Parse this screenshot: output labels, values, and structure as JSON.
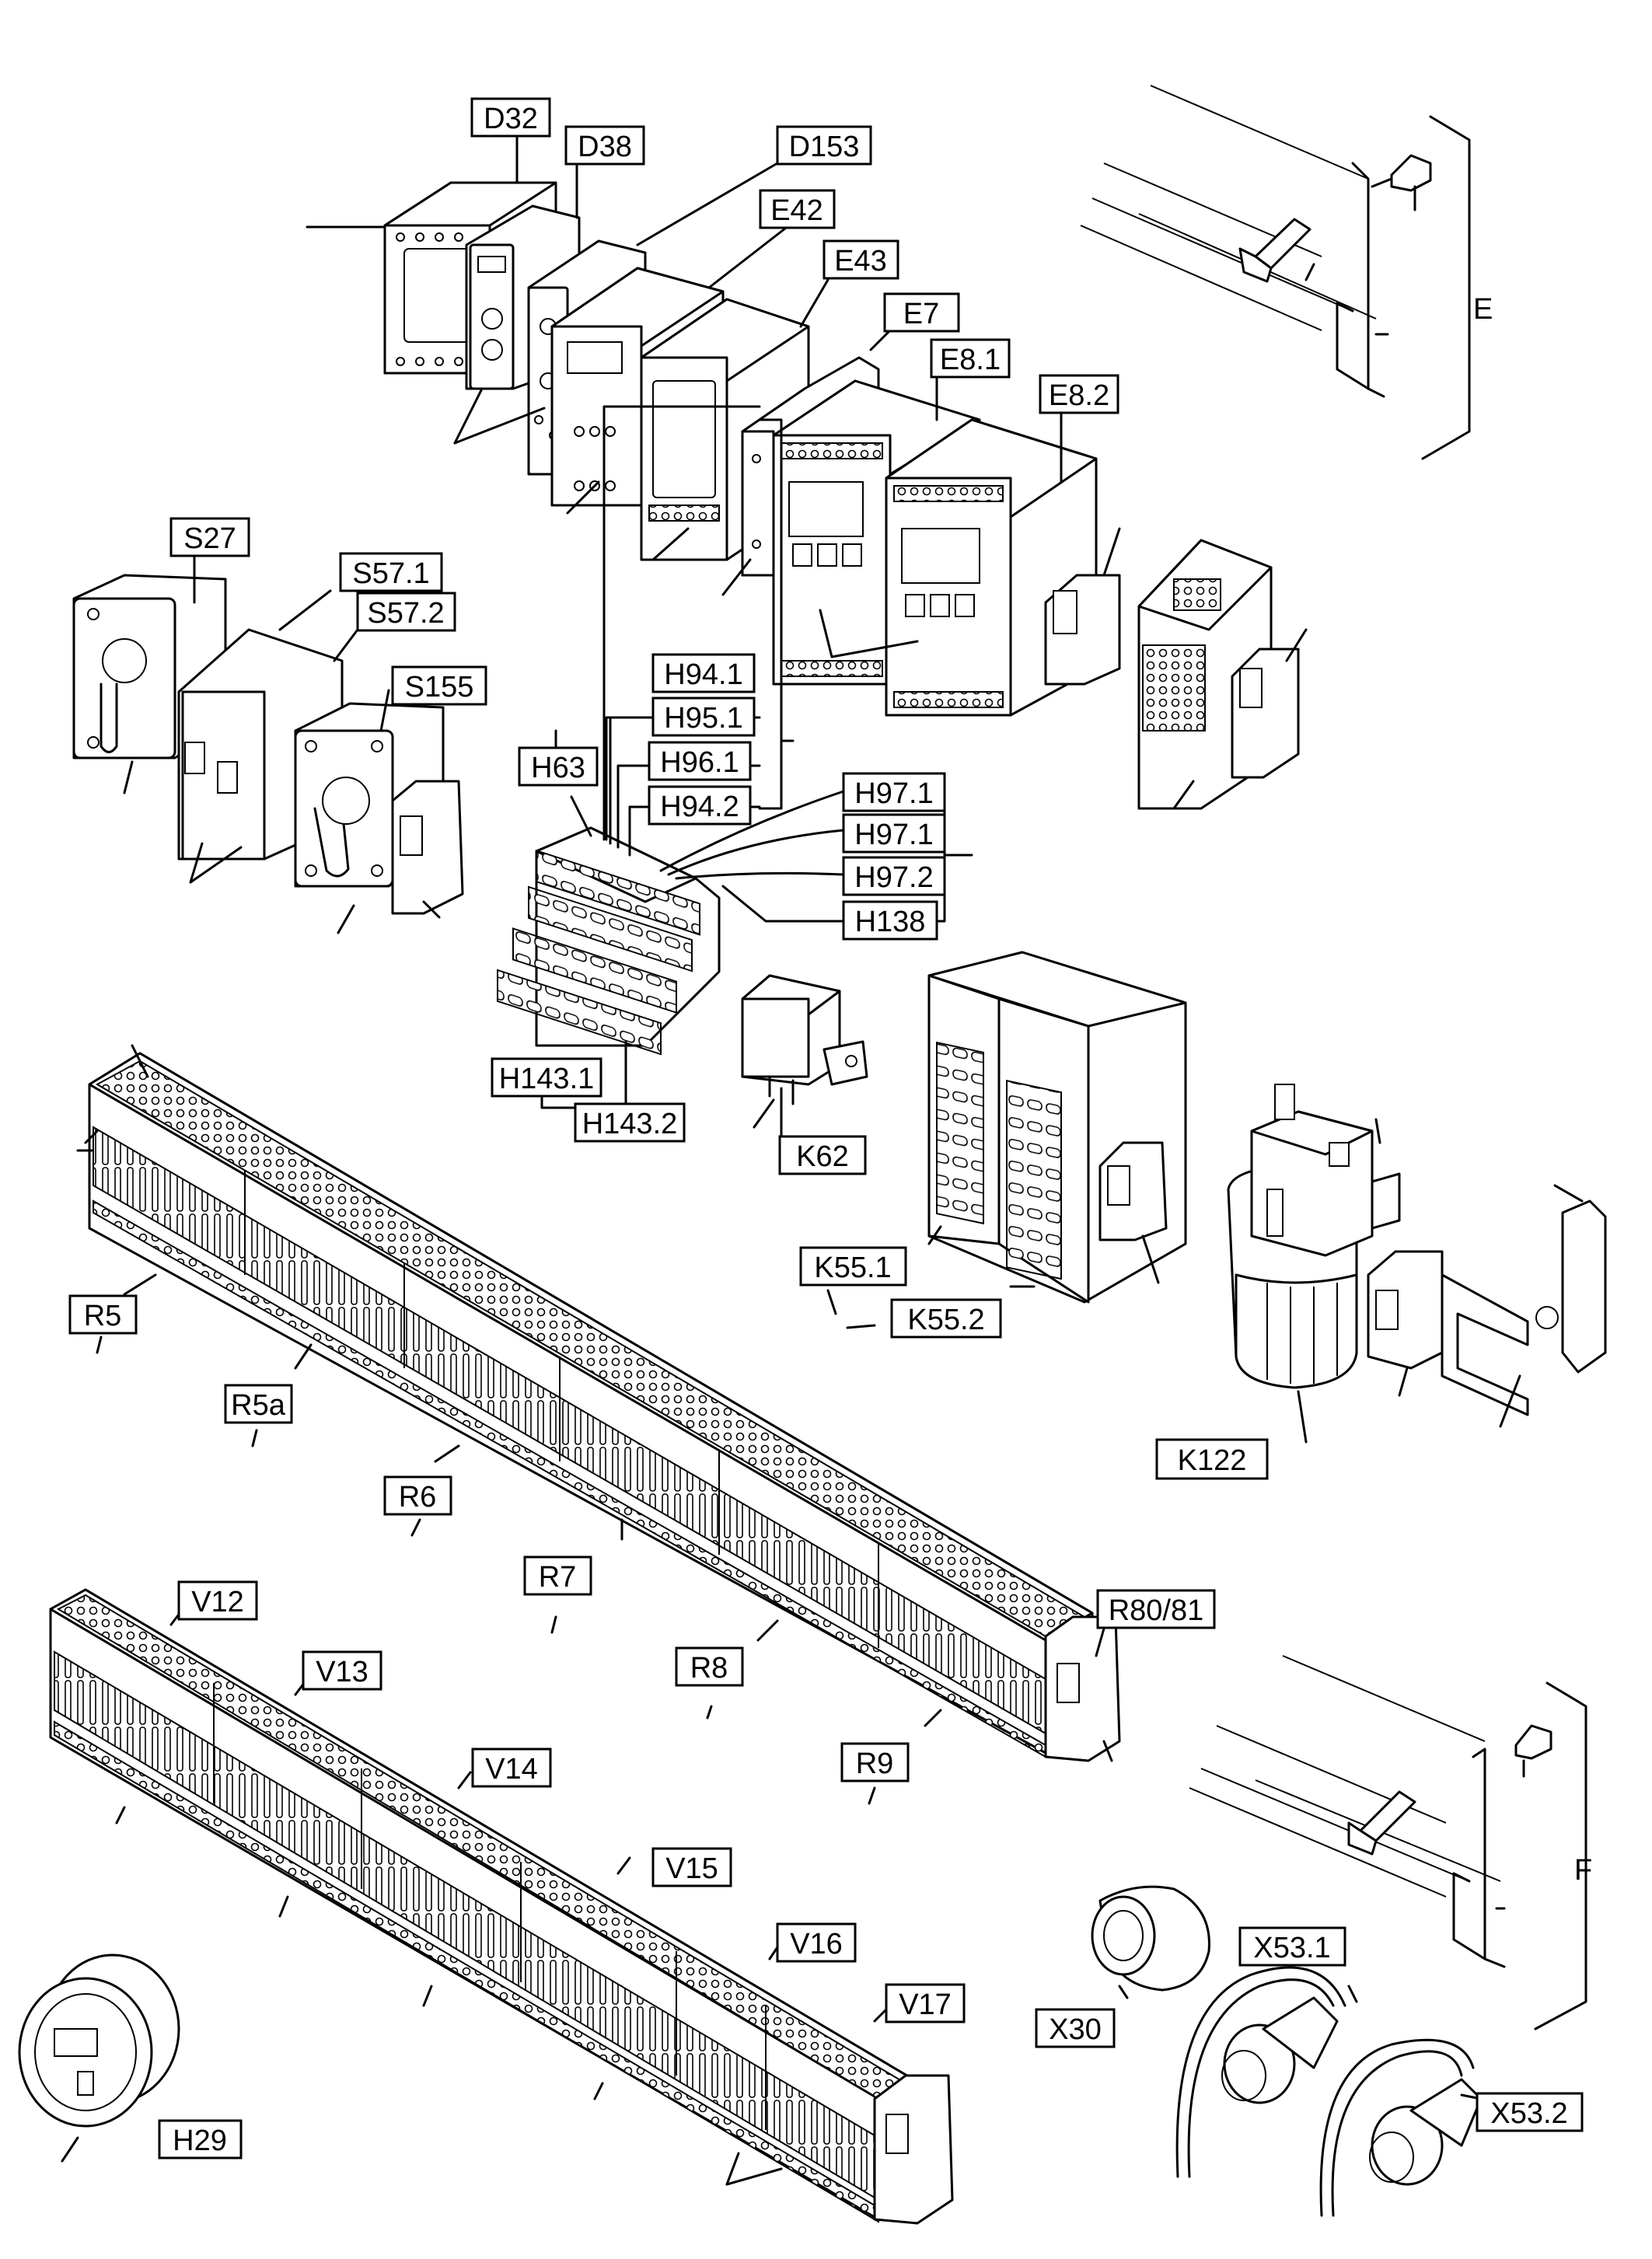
{
  "labels": {
    "D32": "D32",
    "D38": "D38",
    "D153": "D153",
    "E42": "E42",
    "E43": "E43",
    "E7": "E7",
    "E8_1": "E8.1",
    "E8_2": "E8.2",
    "E": "E",
    "S27": "S27",
    "S57_1": "S57.1",
    "S57_2": "S57.2",
    "S155": "S155",
    "H94_1": "H94.1",
    "H95_1": "H95.1",
    "H96_1": "H96.1",
    "H94_2": "H94.2",
    "H63": "H63",
    "H97_1a": "H97.1",
    "H97_1b": "H97.1",
    "H97_2": "H97.2",
    "H138": "H138",
    "H143_1": "H143.1",
    "H143_2": "H143.2",
    "K62": "K62",
    "K55_1": "K55.1",
    "K55_2": "K55.2",
    "K122": "K122",
    "R5": "R5",
    "R5a": "R5a",
    "R6": "R6",
    "R7": "R7",
    "R8": "R8",
    "R9": "R9",
    "R80_81": "R80/81",
    "V12": "V12",
    "V13": "V13",
    "V14": "V14",
    "V15": "V15",
    "V16": "V16",
    "V17": "V17",
    "F": "F",
    "X30": "X30",
    "X53_1": "X53.1",
    "X53_2": "X53.2",
    "H29": "H29"
  }
}
